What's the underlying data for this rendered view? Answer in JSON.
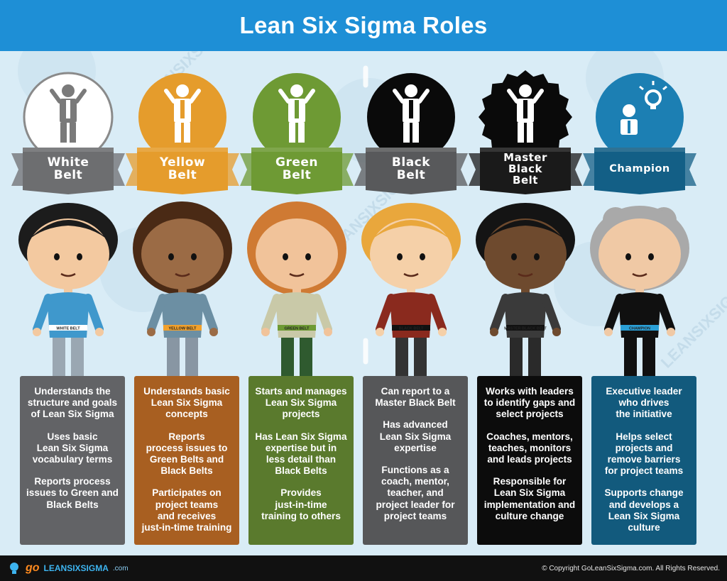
{
  "title": "Lean Six Sigma Roles",
  "roles": [
    {
      "belt_label": "White\nBelt",
      "waist_label": "WHITE BELT",
      "color": "#626366",
      "badge_color": "#ffffff",
      "belt_color": "#ffffff",
      "ribbon_color": "#6d6e70",
      "texts": [
        "Understands the\nstructure and goals\nof Lean Six Sigma",
        "Uses basic\nLean Six Sigma\nvocabulary terms",
        "Reports process\nissues to Green and\nBlack Belts"
      ]
    },
    {
      "belt_label": "Yellow\nBelt",
      "waist_label": "YELLOW BELT",
      "color": "#a85f21",
      "badge_color": "#e59c2c",
      "belt_color": "#f2a12c",
      "ribbon_color": "#e59c2c",
      "texts": [
        "Understands basic\nLean Six Sigma\nconcepts",
        "Reports\nprocess issues to\nGreen Belts and\nBlack Belts",
        "Participates on\nproject teams\nand receives\njust-in-time training"
      ]
    },
    {
      "belt_label": "Green\nBelt",
      "waist_label": "GREEN BELT",
      "color": "#5a7a2d",
      "badge_color": "#6e9a34",
      "belt_color": "#6e9a34",
      "ribbon_color": "#6e9a34",
      "texts": [
        "Starts and manages\nLean Six Sigma\nprojects",
        "Has Lean Six Sigma\nexpertise but in\nless detail than\nBlack Belts",
        "Provides\njust-in-time\ntraining to others"
      ]
    },
    {
      "belt_label": "Black\nBelt",
      "waist_label": "BLACK BELT",
      "color": "#565759",
      "badge_color": "#0a0a0a",
      "belt_color": "#111111",
      "ribbon_color": "#58595b",
      "texts": [
        "Can report to a\nMaster Black Belt",
        "Has advanced\nLean Six Sigma\nexpertise",
        "Functions as a\ncoach, mentor,\nteacher, and\nproject leader for\nproject teams"
      ]
    },
    {
      "belt_label": "Master\nBlack\nBelt",
      "waist_label": "MASTER BLACK BELT",
      "color": "#0c0c0c",
      "badge_color": "#0a0a0a",
      "belt_color": "#111111",
      "ribbon_color": "#1a1a1a",
      "texts": [
        "Works with leaders\nto identify gaps and\nselect projects",
        "Coaches, mentors,\nteaches, monitors\nand leads projects",
        "Responsible for\nLean Six Sigma\nimplementation and\nculture change"
      ]
    },
    {
      "belt_label": "Champion",
      "waist_label": "CHAMPION",
      "color": "#125a7d",
      "badge_color": "#1c7fb3",
      "belt_color": "#2a9fd6",
      "ribbon_color": "#135f86",
      "texts": [
        "Executive leader\nwho drives\nthe initiative",
        "Helps select\nprojects and\nremove barriers\nfor project teams",
        "Supports change\nand develops a\nLean Six Sigma\nculture"
      ]
    }
  ],
  "footer": {
    "logo_go": "go",
    "logo_rest": "LEANSIXSIGMA",
    "logo_suffix": ".com",
    "copyright": "© Copyright GoLeanSixSigma.com. All Rights Reserved."
  },
  "watermark": "LEANSIXSIGMA.com"
}
